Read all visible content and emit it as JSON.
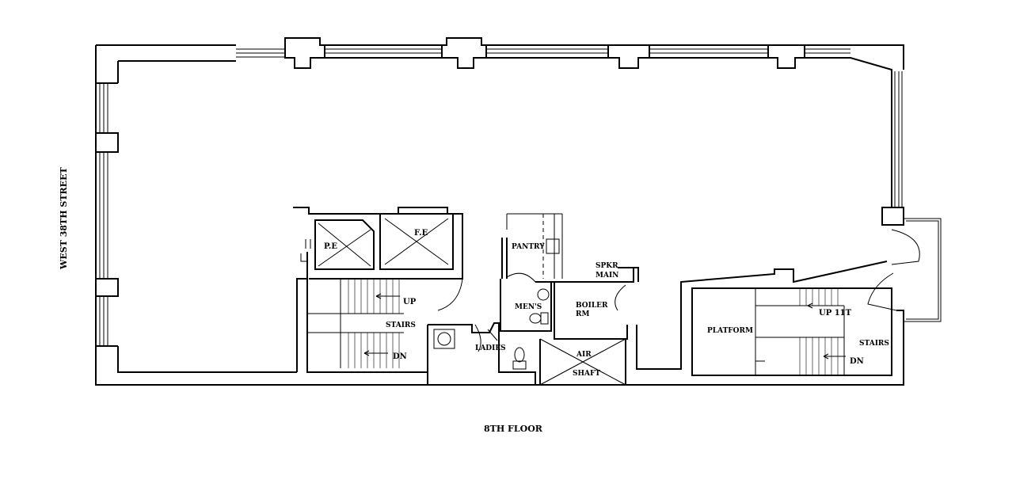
{
  "street_label": "WEST 38TH STREET",
  "floor_caption": "8TH FLOOR",
  "rooms": {
    "pe": "P.E",
    "fe": "F.E",
    "pantry": "PANTRY",
    "spkr_line1": "SPKR",
    "spkr_line2": "MAIN",
    "mens": "MEN'S",
    "boiler_line1": "BOILER",
    "boiler_line2": "RM",
    "ladies": "LADIES",
    "air_line1": "AIR",
    "air_line2": "SHAFT",
    "platform": "PLATFORM"
  },
  "stair_left": {
    "up": "UP",
    "title": "STAIRS",
    "dn": "DN"
  },
  "stair_right": {
    "up": "UP 11T",
    "title": "STAIRS",
    "dn": "DN"
  }
}
